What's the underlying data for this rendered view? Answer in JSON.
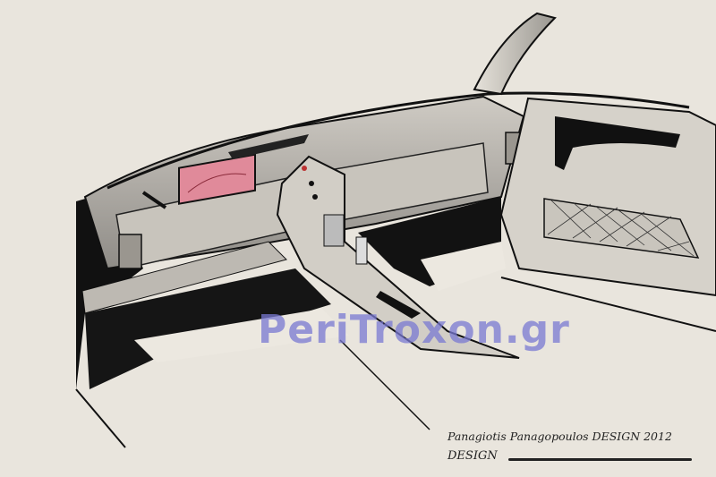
{
  "watermark": "PeriTroxon.gr",
  "signature": {
    "line1": "Panagiotis Panagopoulos DESIGN 2012",
    "line2": "DESIGN"
  },
  "colors": {
    "paper": "#e9e5dd",
    "ink": "#111111",
    "display": "#e08a9a",
    "watermark": "#7878d2"
  }
}
